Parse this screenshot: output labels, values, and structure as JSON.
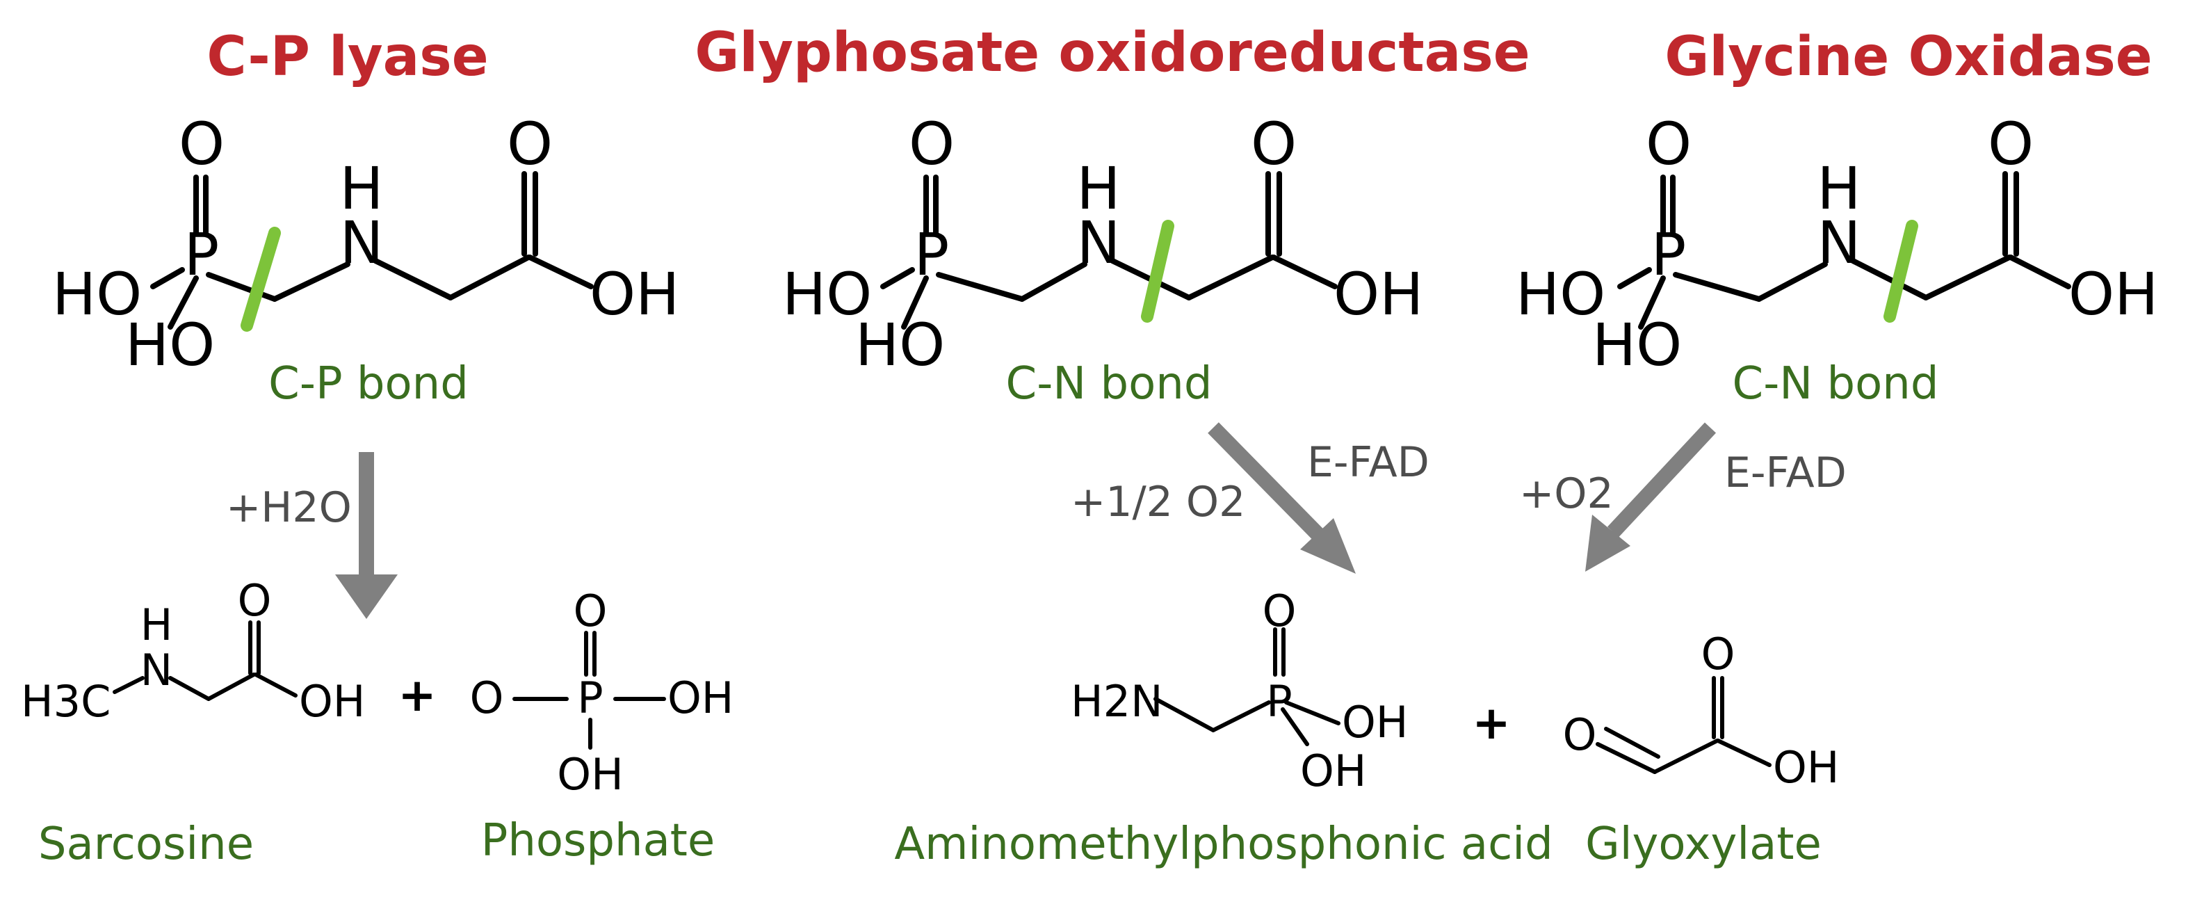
{
  "colors": {
    "enzyme": "#c0282d",
    "label": "#3a6e1f",
    "cleavage": "#7dc33a",
    "arrow": "#808080",
    "bond": "#000000",
    "condition": "#4d4d4d"
  },
  "enzymes": {
    "cp_lyase": "C-P lyase",
    "glyphosate_oxidoreductase": "Glyphosate oxidoreductase",
    "glycine_oxidase": "Glycine Oxidase"
  },
  "bonds": {
    "cp": "C-P bond",
    "cn_1": "C-N bond",
    "cn_2": "C-N bond"
  },
  "conditions": {
    "water": "+H2O",
    "half_oxygen": "+1/2 O2",
    "oxygen": "+O2",
    "efad_1": "E-FAD",
    "efad_2": "E-FAD"
  },
  "products": {
    "sarcosine": "Sarcosine",
    "phosphate": "Phosphate",
    "ampa": "Aminomethylphosphonic acid",
    "glyoxylate": "Glyoxylate"
  },
  "plus": "+",
  "atoms": {
    "O": "O",
    "P": "P",
    "H": "H",
    "N": "N",
    "HO": "HO",
    "OH": "OH",
    "H3C": "H3C",
    "H2N": "H2N"
  }
}
